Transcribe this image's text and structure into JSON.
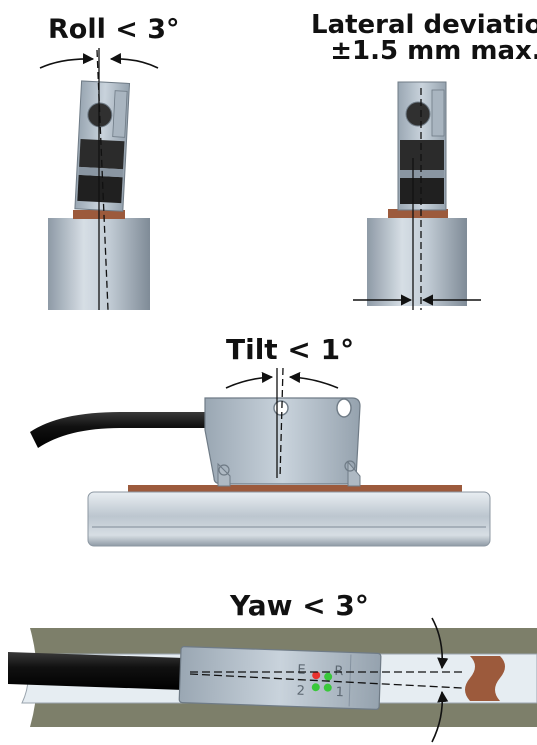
{
  "labels": {
    "roll": "Roll < 3°",
    "lateral_line1": "Lateral deviation",
    "lateral_line2": "±1.5 mm max.",
    "tilt": "Tilt < 1°",
    "yaw": "Yaw < 3°"
  },
  "sensor_leds": {
    "e": "E",
    "r": "R",
    "one": "1",
    "two": "2"
  },
  "colors": {
    "sensor_body": "#b8c4cf",
    "magnetic_tape": "#9c5a3c",
    "rail": "#c7cfd6",
    "led_red": "#e8322e",
    "led_green": "#39c83a",
    "yaw_channel": "#7d7f6a"
  }
}
